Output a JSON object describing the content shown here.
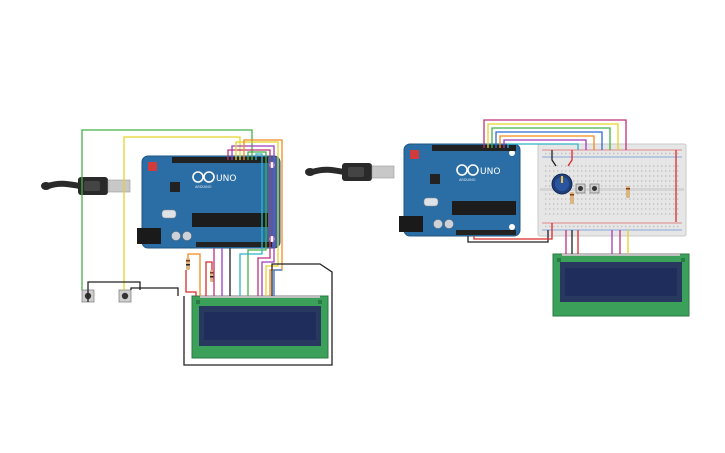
{
  "colors": {
    "board": "#2b6ea6",
    "board_dark": "#1f5583",
    "lcd_pcb": "#3aa05a",
    "lcd_screen": "#1f2d5c",
    "breadboard": "#e6e6e6",
    "usb_cable": "#2a2a2a",
    "usb_plug": "#c8c8c8",
    "wire_red": "#d92b2b",
    "wire_green": "#46b046",
    "wire_yellow": "#e6d22a",
    "wire_orange": "#f08a1e",
    "wire_purple": "#a03cbe",
    "wire_blue": "#2e6bd1",
    "wire_cyan": "#2fb5c8",
    "wire_magenta": "#c0307a",
    "wire_black": "#222222",
    "wire_gray": "#9a9a9a"
  },
  "left_circuit": {
    "arduino": {
      "brand": "ARDUINO",
      "model": "UNO"
    },
    "lcd": {
      "type": "16x2 LCD"
    },
    "buttons": [
      "pushbutton-1",
      "pushbutton-2"
    ],
    "resistors": [
      "resistor-1",
      "resistor-2"
    ]
  },
  "right_circuit": {
    "arduino": {
      "brand": "ARDUINO",
      "model": "UNO"
    },
    "lcd": {
      "type": "16x2 LCD"
    },
    "breadboard": "half-size breadboard",
    "potentiometer": "potentiometer",
    "buttons": [
      "pushbutton-3",
      "pushbutton-4"
    ],
    "resistors": [
      "resistor-3",
      "resistor-4"
    ]
  }
}
